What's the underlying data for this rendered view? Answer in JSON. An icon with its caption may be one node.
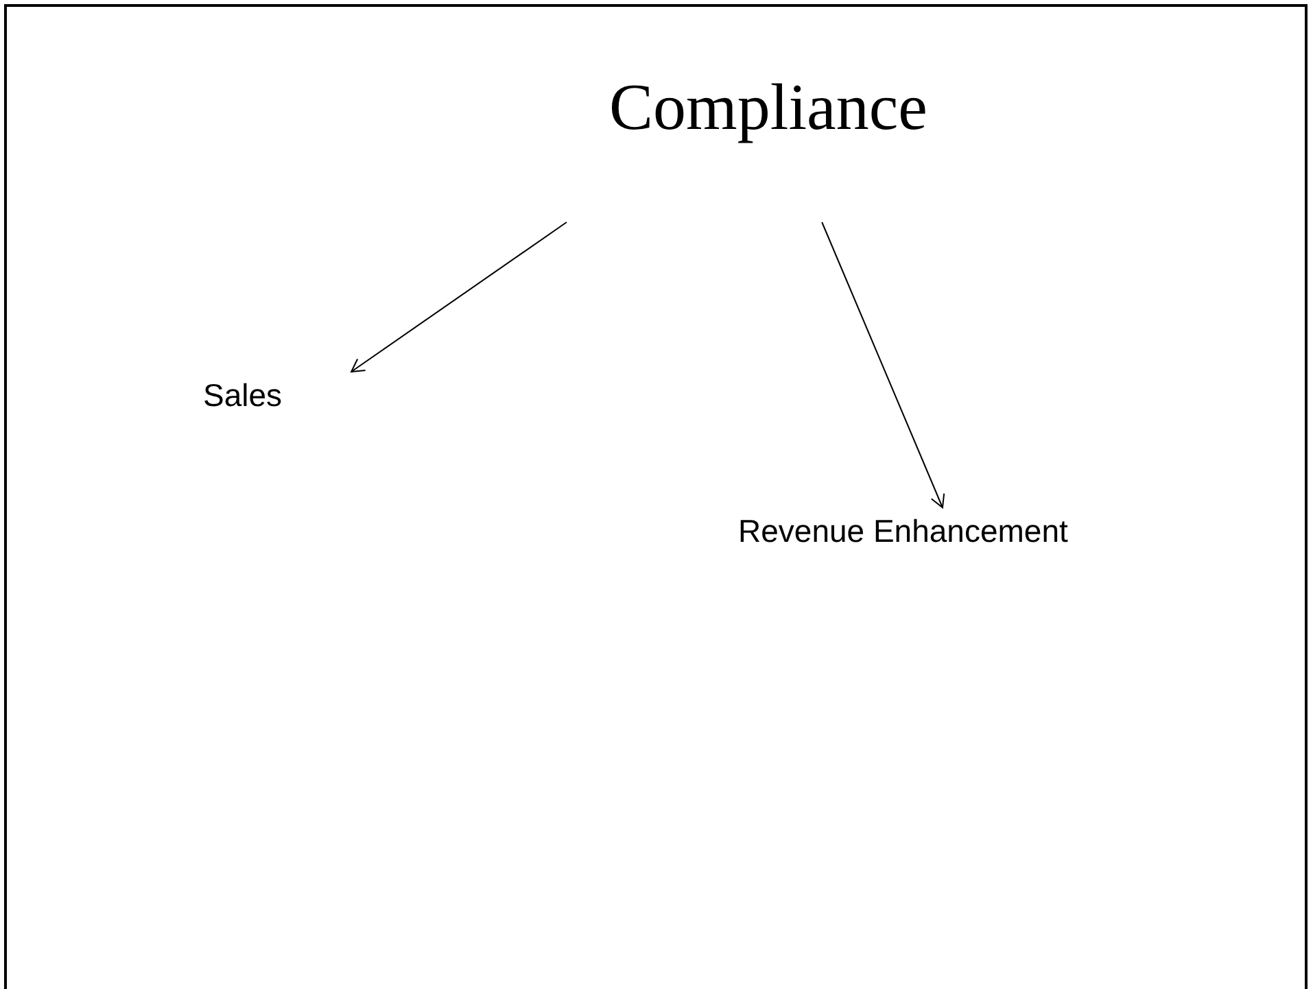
{
  "diagram": {
    "nodes": [
      {
        "text": [
          "Compliance"
        ]
      },
      {
        "text": [
          "Sales"
        ]
      },
      {
        "text": [
          "Revenue Enhancement"
        ]
      }
    ],
    "edges": [
      {
        "from": 0,
        "to": 1,
        "arrow": "to"
      },
      {
        "from": 0,
        "to": 2,
        "arrow": "to"
      }
    ]
  }
}
